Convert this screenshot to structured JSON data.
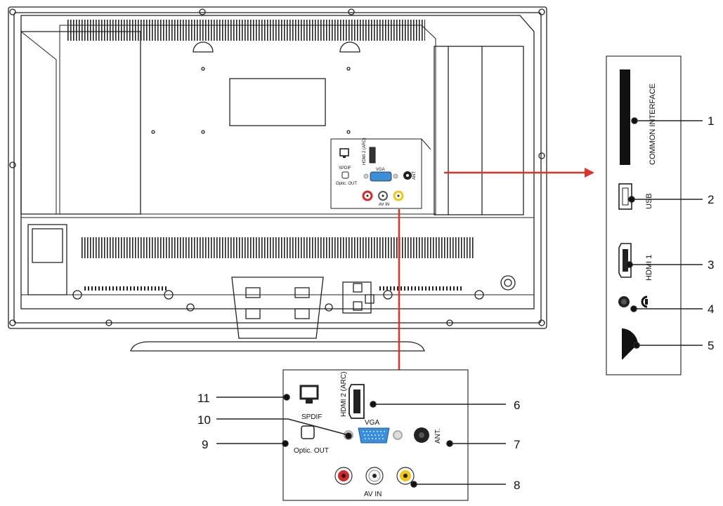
{
  "side_panel": {
    "common_interface": "COMMON INTERFACE",
    "usb": "USB",
    "hdmi1": "HDMI 1"
  },
  "front_panel": {
    "spdif": "SPDIF",
    "optic_out": "Optic. OUT",
    "hdmi2": "HDMI 2 (ARC)",
    "vga": "VGA",
    "ant": "ANT.",
    "av_in": "AV IN"
  },
  "inset_panel": {
    "spdif": "SPDIF",
    "optic_out": "Optic. OUT",
    "hdmi2": "HDMI 2 (ARC)",
    "vga": "VGA",
    "ant": "ANT",
    "av_in": "AV IN"
  },
  "callouts": [
    "1",
    "2",
    "3",
    "4",
    "5",
    "6",
    "7",
    "8",
    "9",
    "10",
    "11"
  ],
  "colors": {
    "arrow": "#d9342b",
    "line": "#222222",
    "rca_red": "#d62828",
    "rca_yellow": "#f2c318",
    "vga_blue": "#3b8fd9"
  }
}
